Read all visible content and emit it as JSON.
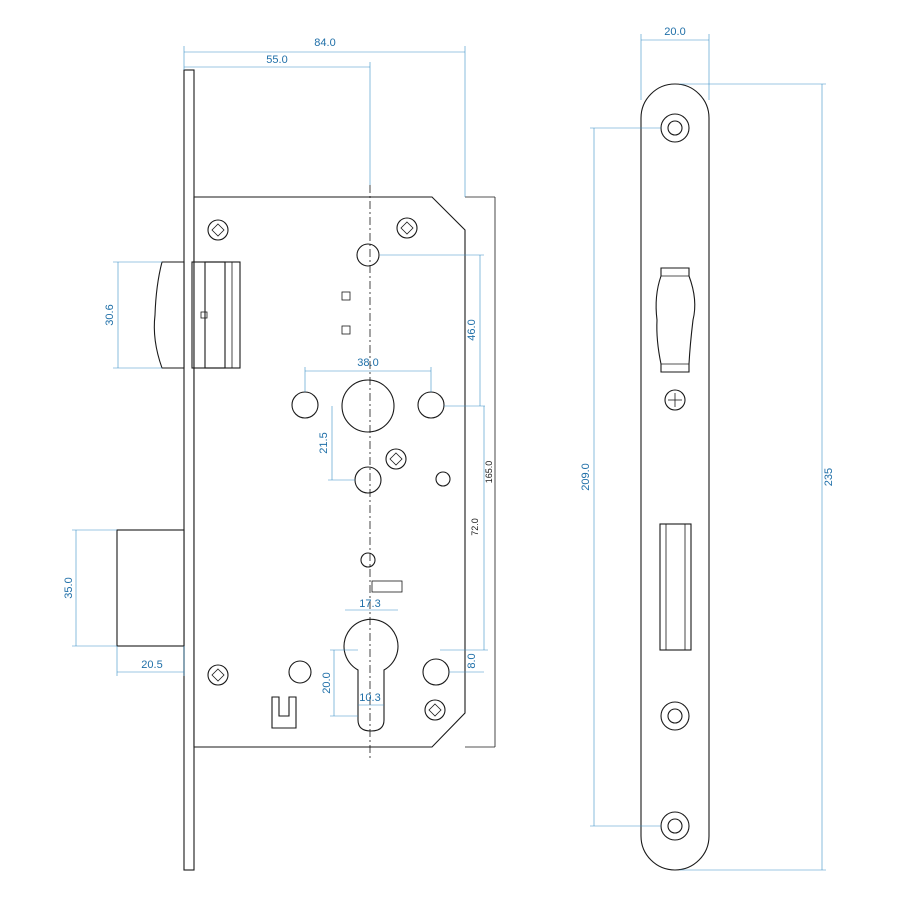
{
  "drawing": {
    "accent_color": "#3a8fc7",
    "line_color": "#1a1a1a"
  },
  "side_view": {
    "dimensions": {
      "overall_depth": "84.0",
      "backset": "55.0",
      "latch_height": "30.6",
      "deadbolt_height": "35.0",
      "deadbolt_throw": "20.5",
      "spindle_to_bottom_hole": "46.0",
      "handle_hole_spacing": "38.0",
      "spindle_to_lower_hole": "21.5",
      "case_height": "165.0",
      "centre_distance": "72.0",
      "cylinder_top_width": "17.3",
      "cylinder_offset": "8.0",
      "cylinder_lower_height": "20.0",
      "cylinder_lower_width": "10.3"
    }
  },
  "faceplate_view": {
    "dimensions": {
      "faceplate_width": "20.0",
      "fixing_hole_distance": "209.0",
      "faceplate_length": "235"
    }
  }
}
